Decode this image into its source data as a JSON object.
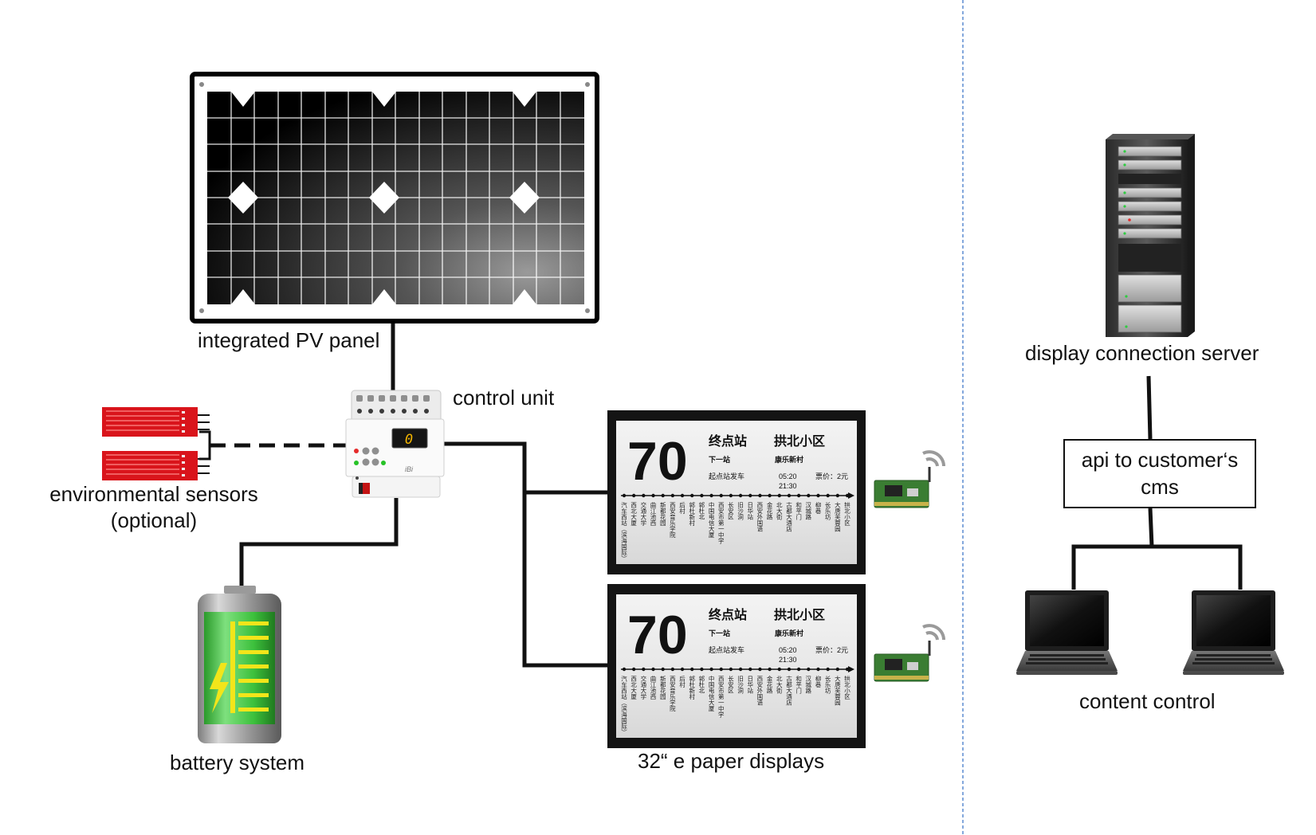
{
  "labels": {
    "pv_panel": "integrated PV panel",
    "control_unit": "control unit",
    "env_sensors_line1": "environmental sensors",
    "env_sensors_line2": "(optional)",
    "battery": "battery system",
    "displays": "32“ e paper displays",
    "server": "display connection server",
    "api_line1": "api to customer‘s",
    "api_line2": "cms",
    "content_control": "content control"
  },
  "control_unit_screen": "0",
  "control_unit_brand": "iBi",
  "epaper": {
    "route_number": "70",
    "terminal_label": "终点站",
    "terminal_name": "拱北小区",
    "next_stop_label": "下一站",
    "next_stop_name": "康乐新村",
    "first_bus_label": "起点站发车",
    "time_first": "05:20",
    "time_last": "21:30",
    "fare": "票价：2元",
    "stops": [
      "汽车西站（滨海国际）",
      "西北大厦",
      "交通大学",
      "曲江池西",
      "新都花园",
      "西安音乐学院",
      "后村",
      "郭杜新村",
      "郭杜北",
      "中国电信大厦",
      "西安市第一中学",
      "长安区",
      "旧沙洞",
      "日华站",
      "西安外国语",
      "金花路",
      "北大街",
      "古都大酒店",
      "和平门",
      "汉城路",
      "柳巷",
      "长乐坊",
      "大唐芙蓉园",
      "拱北小区"
    ]
  },
  "colors": {
    "connector": "#111111",
    "sensor_red": "#d9141b",
    "battery_green": "#3cc03c",
    "battery_bolt": "#f2e51a",
    "pcb_green": "#3a7d32",
    "divider_blue": "#5b8bd0"
  }
}
